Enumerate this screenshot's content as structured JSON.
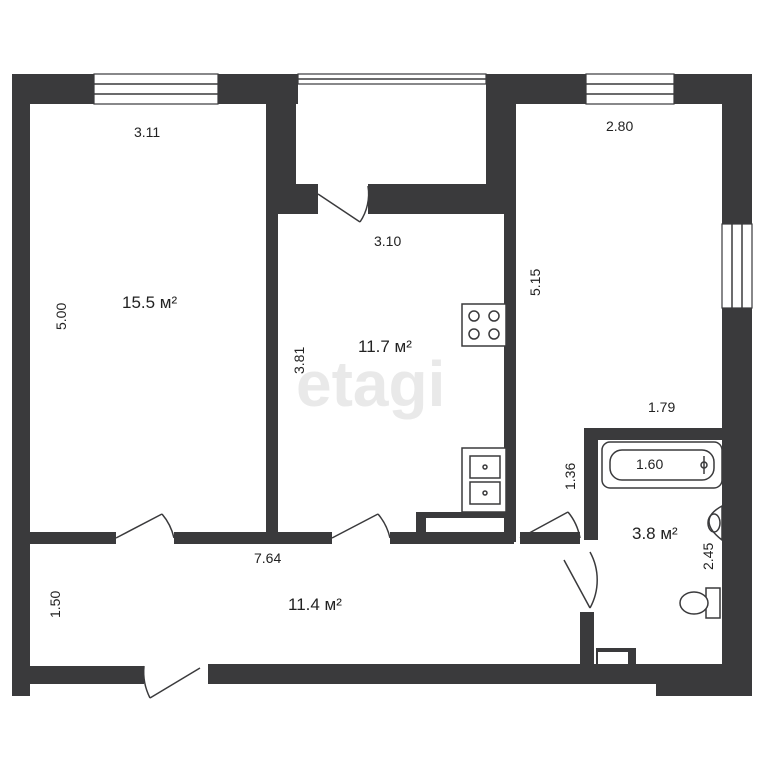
{
  "watermark": "etagi",
  "rooms": {
    "bedroom": {
      "area": "15.5 м²",
      "width": "3.11",
      "depth": "5.00"
    },
    "kitchen": {
      "area": "11.7 м²",
      "width": "3.10",
      "depth": "3.81"
    },
    "living": {
      "width": "2.80",
      "depth": "5.15",
      "lower_width": "1.79"
    },
    "hallway": {
      "area": "11.4 м²",
      "length": "7.64",
      "depth": "1.50"
    },
    "bathroom": {
      "area": "3.8 м²",
      "depth": "1.36",
      "tub": "1.60",
      "side": "2.45"
    }
  },
  "colors": {
    "wall": "#3a3a3c",
    "background": "#ffffff",
    "watermark": "#e9e9e9"
  },
  "icons": [
    "stove-icon",
    "sink-icon",
    "bathtub-icon",
    "washbasin-icon",
    "toilet-icon",
    "door-swing-icon",
    "window-icon"
  ]
}
